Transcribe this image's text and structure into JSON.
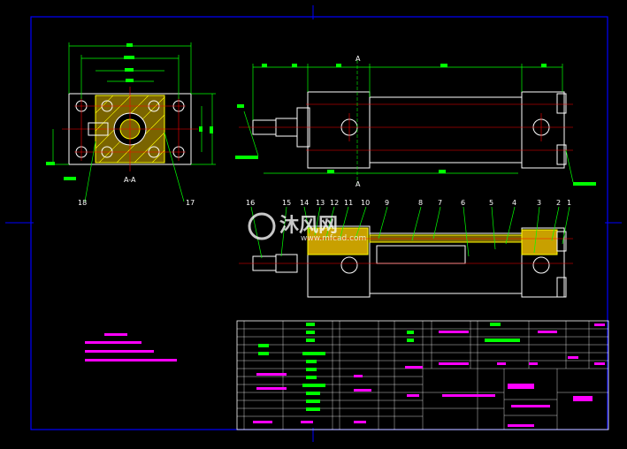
{
  "drawing": {
    "section_label": "A-A",
    "section_marker": "A",
    "callouts_left": [
      "18",
      "17"
    ],
    "callouts_top": [
      "16",
      "15",
      "14",
      "13",
      "12",
      "11",
      "10",
      "9",
      "8",
      "7",
      "6",
      "5",
      "4",
      "3",
      "2",
      "1"
    ]
  },
  "watermark": {
    "brand": "沐风网",
    "url": "www.mfcad.com"
  },
  "colors": {
    "background": "#000000",
    "frame": "#0000ff",
    "outline": "#ffffff",
    "dimension": "#00ff00",
    "centerline": "#ff0000",
    "callout": "#00ff00",
    "text_accent": "#ff00ff",
    "hatch": "#ffff00",
    "section_fill": "#c8a000"
  }
}
